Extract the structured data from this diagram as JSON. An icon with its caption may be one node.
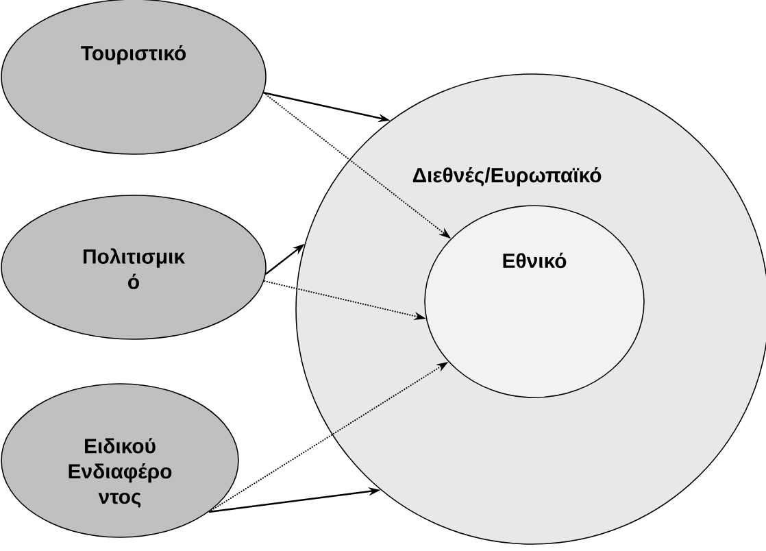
{
  "diagram": {
    "nodes": [
      {
        "text": [
          "Τουριστικό"
        ]
      },
      {
        "text": [
          "Πολιτισμικ ό"
        ]
      },
      {
        "text": [
          "Ειδικού Ενδιαφέρο ντος"
        ]
      },
      {
        "text": [
          "Διεθνές/Ευρωπαϊκό"
        ]
      },
      {
        "text": [
          "Εθνικό"
        ],
        "in": 3
      }
    ],
    "edges": [
      {
        "from": 0,
        "to": 3,
        "arrow": "to"
      },
      {
        "from": 0,
        "to": 4,
        "arrow": "to",
        "style": "dashed"
      },
      {
        "from": 1,
        "to": 3,
        "arrow": "to"
      },
      {
        "from": 1,
        "to": 4,
        "arrow": "to",
        "style": "dashed"
      },
      {
        "from": 2,
        "to": 3,
        "arrow": "to"
      },
      {
        "from": 2,
        "to": 4,
        "arrow": "to",
        "style": "dashed"
      }
    ]
  }
}
